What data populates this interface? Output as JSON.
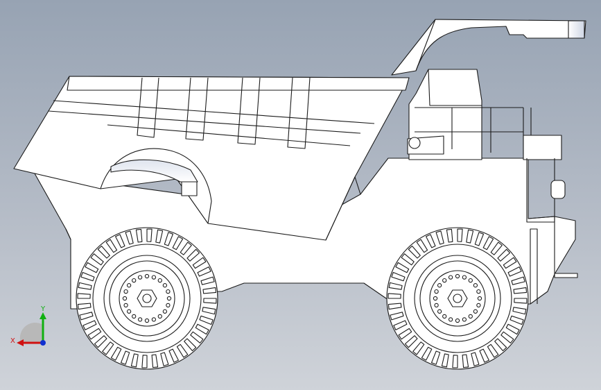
{
  "viewport": {
    "background_top": "#97a3b3",
    "background_bottom": "#cfd3d9"
  },
  "model": {
    "line_color": "#1a1a1a",
    "face_color": "#ffffff",
    "tire_tread_count": 40
  },
  "triad": {
    "x_label": "X",
    "y_label": "Y",
    "x_color": "#d01010",
    "y_color": "#10b010",
    "z_color": "#1030d0"
  }
}
